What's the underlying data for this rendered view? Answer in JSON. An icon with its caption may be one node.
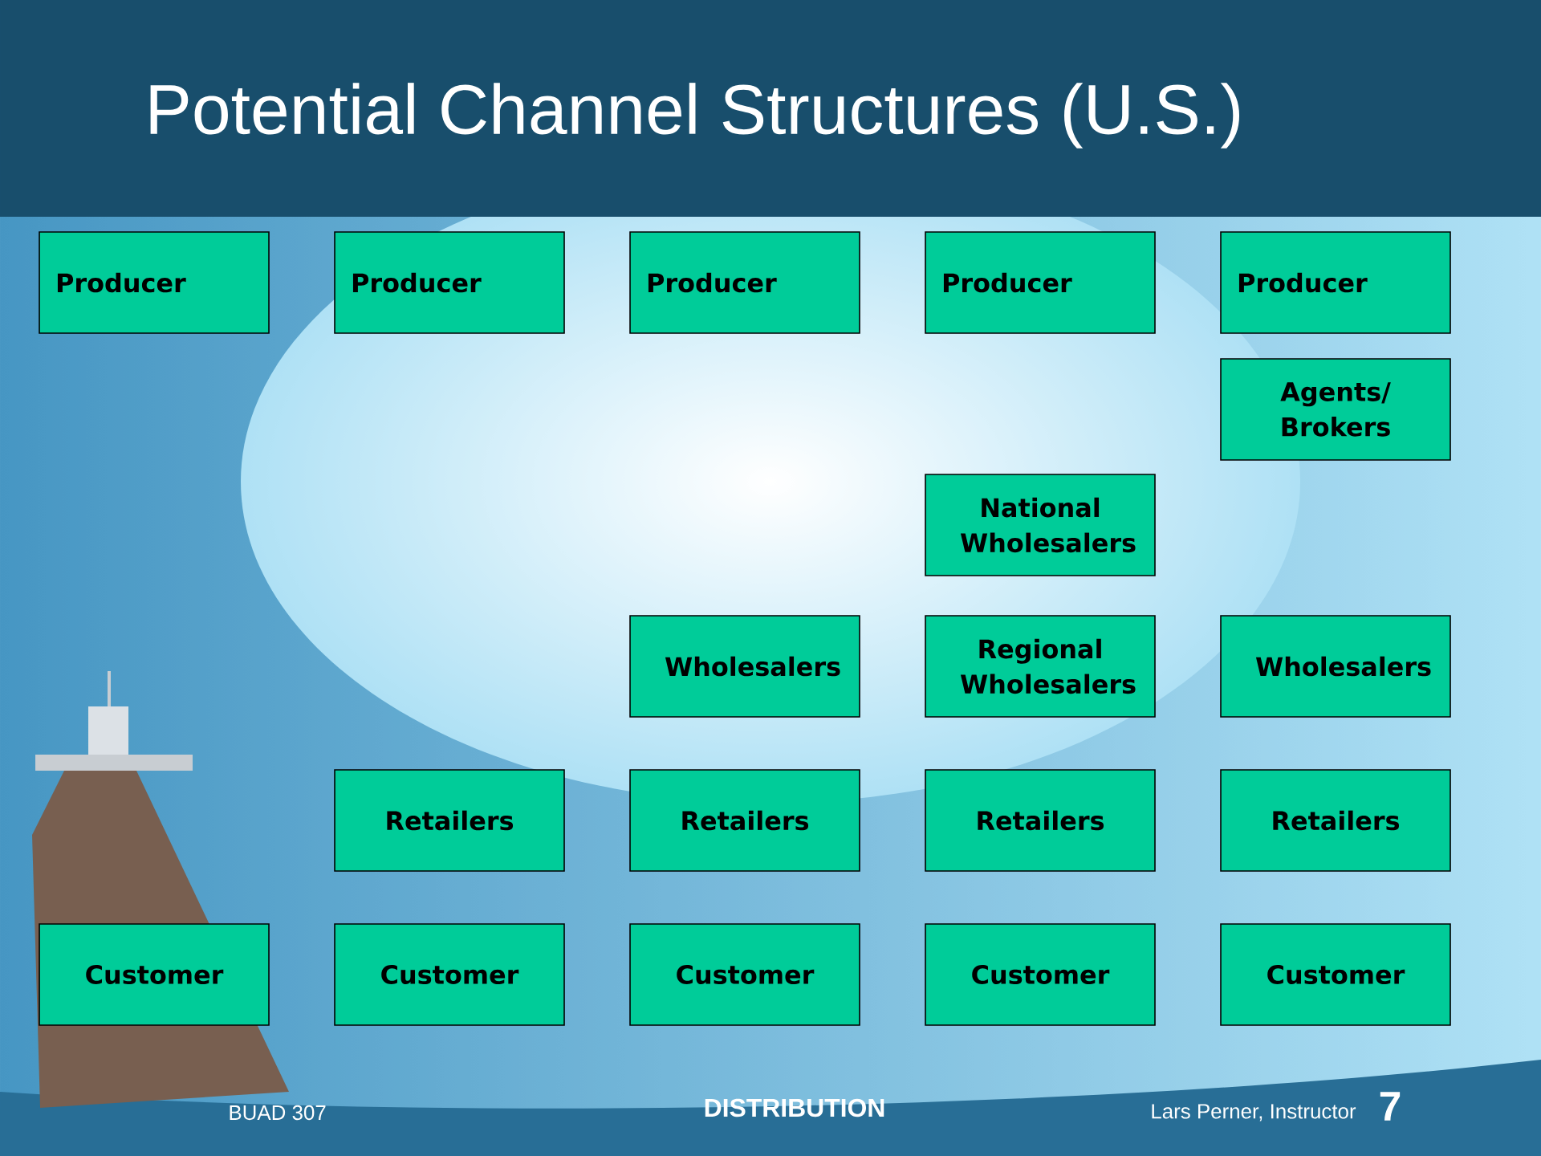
{
  "diagram": {
    "title": "Potential Channel Structures (U.S.)",
    "nodes": [
      {
        "text": [
          "Producer"
        ]
      },
      {
        "text": [
          "Producer"
        ]
      },
      {
        "text": [
          "Producer"
        ]
      },
      {
        "text": [
          "Producer"
        ]
      },
      {
        "text": [
          "Producer"
        ]
      },
      {
        "text": [
          "Agents/ Brokers"
        ]
      },
      {
        "text": [
          "National Wholesalers"
        ]
      },
      {
        "text": [
          "Wholesalers"
        ]
      },
      {
        "text": [
          "Regional Wholesalers"
        ]
      },
      {
        "text": [
          "Wholesalers"
        ]
      },
      {
        "text": [
          "Retailers"
        ]
      },
      {
        "text": [
          "Retailers"
        ]
      },
      {
        "text": [
          "Retailers"
        ]
      },
      {
        "text": [
          "Retailers"
        ]
      },
      {
        "text": [
          "Customer"
        ]
      },
      {
        "text": [
          "Customer"
        ]
      },
      {
        "text": [
          "Customer"
        ]
      },
      {
        "text": [
          "Customer"
        ]
      },
      {
        "text": [
          "Customer"
        ]
      }
    ],
    "labels": [
      "BUAD 307",
      "DISTRIBUTION",
      "Lars Perner, Instructor",
      "7"
    ]
  }
}
